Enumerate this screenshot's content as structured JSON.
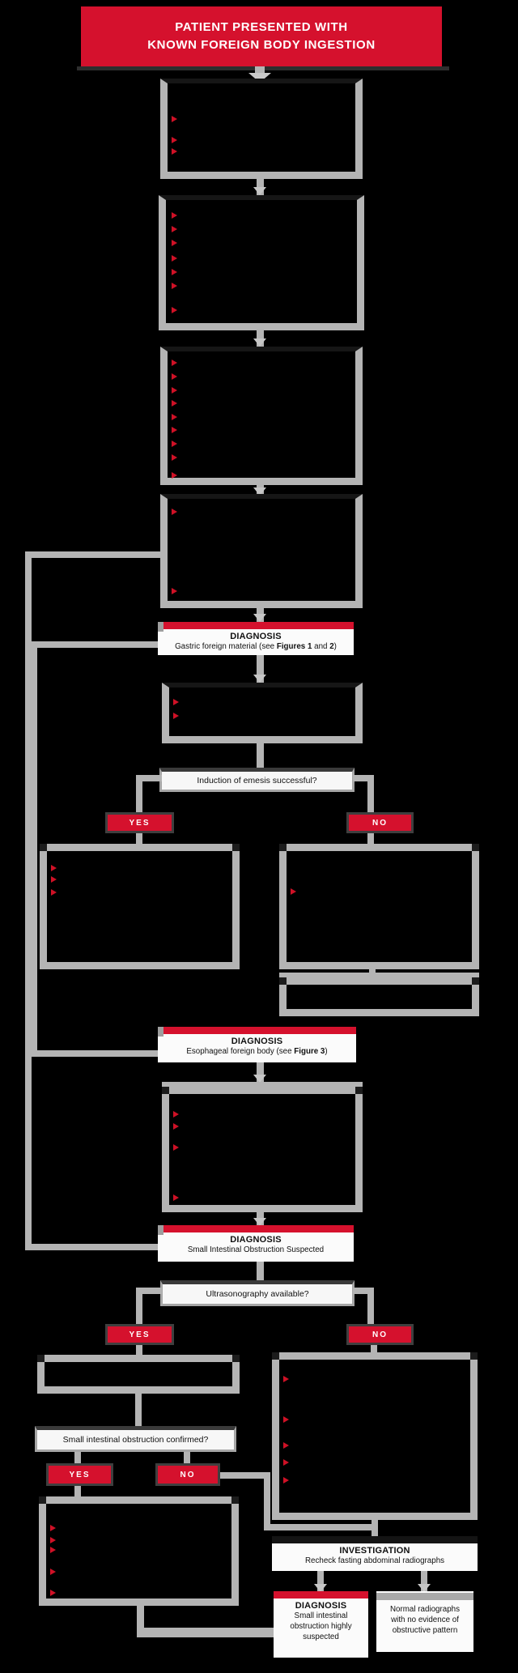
{
  "header": {
    "line1": "PATIENT PRESENTED WITH",
    "line2": "KNOWN FOREIGN BODY INGESTION"
  },
  "labels": {
    "yes": "YES",
    "no": "NO"
  },
  "questions": {
    "q1": "Induction of emesis successful?",
    "q2": "Ultrasonography available?",
    "q3": "Small intestinal obstruction confirmed?"
  },
  "diagnosis_gastric": {
    "title": "DIAGNOSIS",
    "subtitle_pre": "Gastric foreign material (see ",
    "subtitle_bold1": "Figures 1",
    "subtitle_mid": " and ",
    "subtitle_bold2": "2",
    "subtitle_post": ")"
  },
  "diagnosis_esophageal": {
    "title": "DIAGNOSIS",
    "subtitle_pre": "Esophageal foreign body  (see ",
    "subtitle_bold": "Figure 3",
    "subtitle_post": ")"
  },
  "diagnosis_obstruction": {
    "title": "DIAGNOSIS",
    "subtitle": "Small Intestinal Obstruction Suspected"
  },
  "investigation": {
    "title": "INVESTIGATION",
    "subtitle": "Recheck fasting abdominal radiographs"
  },
  "diagnosis_final": {
    "title": "DIAGNOSIS",
    "line1": "Small intestinal",
    "line2": "obstruction highly",
    "line3": "suspected"
  },
  "normal_result": {
    "line1": "Normal radiographs",
    "line2": "with no evidence of",
    "line3": "obstructive pattern"
  },
  "icons": {
    "bullet": "red-right-arrow"
  },
  "colors": {
    "accent_red": "#d5112d",
    "connector_silver": "#b4b4b4",
    "background": "#000000",
    "box_white": "#fbfbfb"
  }
}
